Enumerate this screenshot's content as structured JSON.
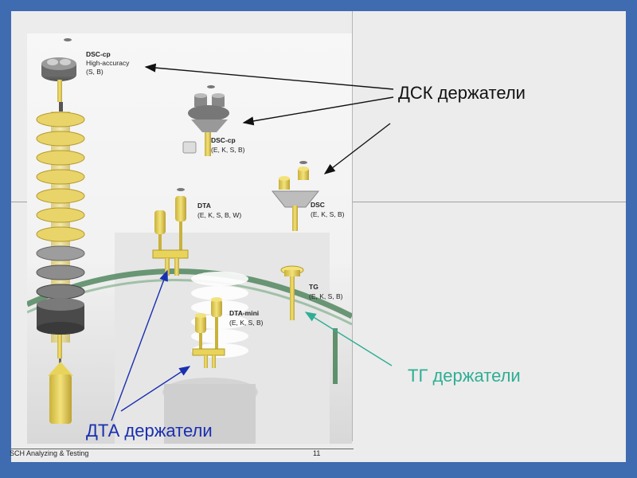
{
  "annotations": {
    "dsk_holders": "ДСК держатели",
    "tg_holders": "ТГ держатели",
    "dta_holders": "ДТА держатели"
  },
  "labels": {
    "dsc_cp_ha": {
      "title": "DSC-cp",
      "line2": "High-accuracy",
      "line3": "(S, B)"
    },
    "dsc_cp": {
      "title": "DSC-cp",
      "line2": "(E, K, S, B)"
    },
    "dsc": {
      "title": "DSC",
      "line2": "(E, K, S, B)"
    },
    "dta": {
      "title": "DTA",
      "line2": "(E, K, S, B, W)"
    },
    "tg": {
      "title": "TG",
      "line2": "(E, K, S, B)"
    },
    "dta_mini": {
      "title": "DTA-mini",
      "line2": "(E, K, S, B)"
    }
  },
  "footer": {
    "text": "SCH Analyzing & Testing",
    "page": "11"
  },
  "colors": {
    "background": "#3f6bb0",
    "slide": "#ececec",
    "dsk_text": "#111111",
    "tg_text": "#2fae95",
    "dta_text": "#1a2fb0",
    "holder_gold": "#e8d45a"
  }
}
